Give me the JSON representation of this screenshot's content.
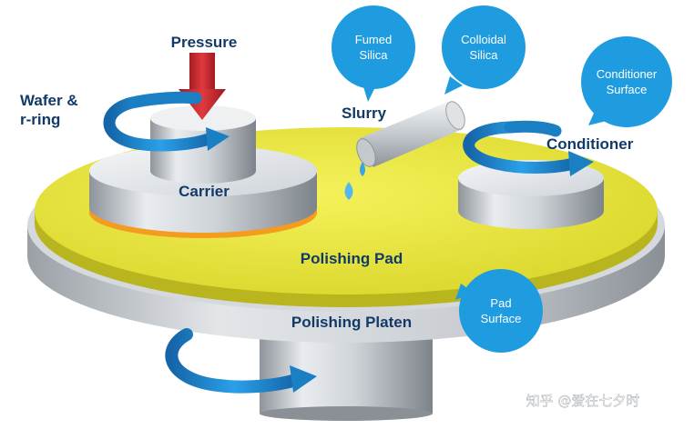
{
  "labels": {
    "pressure": "Pressure",
    "wafer_line1": "Wafer &",
    "wafer_line2": "r-ring",
    "slurry": "Slurry",
    "carrier": "Carrier",
    "conditioner": "Conditioner",
    "polishing_pad": "Polishing Pad",
    "polishing_platen": "Polishing Platen"
  },
  "bubbles": {
    "fumed_line1": "Fumed",
    "fumed_line2": "Silica",
    "colloidal_line1": "Colloidal",
    "colloidal_line2": "Silica",
    "conditioner_surface_line1": "Conditioner",
    "conditioner_surface_line2": "Surface",
    "pad_surface_line1": "Pad",
    "pad_surface_line2": "Surface"
  },
  "watermark": "知乎 @爱在七夕时",
  "colors": {
    "label_text": "#123a68",
    "bubble_fill": "#1f9be0",
    "pad_yellow": "#e8e63a",
    "arrow_blue": "#1b7fc4",
    "pressure_arrow": "#c0242d",
    "carrier_orange": "#f39c1f"
  }
}
